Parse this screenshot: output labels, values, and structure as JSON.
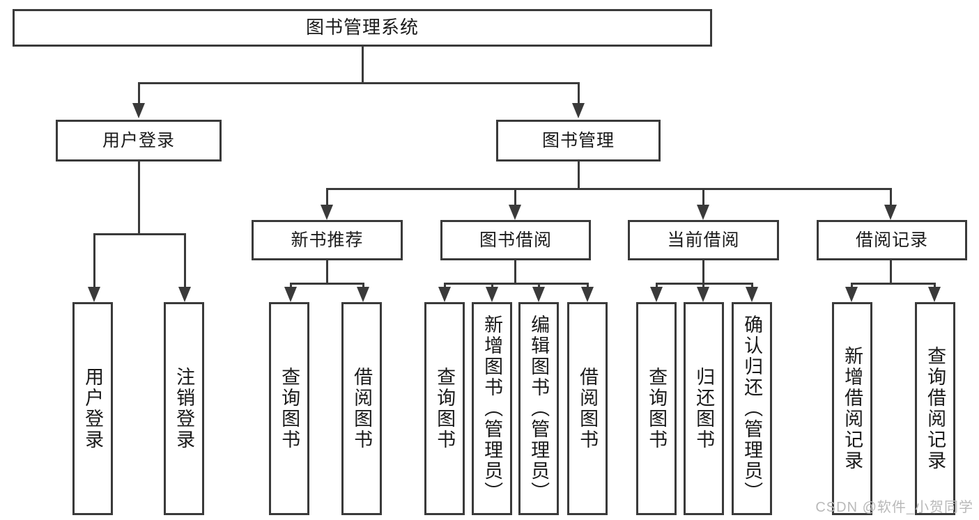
{
  "diagram": {
    "title": "图书管理系统",
    "type": "tree-hierarchy-diagram",
    "colors": {
      "stroke": "#3a3a3a",
      "fill": "#ffffff",
      "text": "#1a1a1a",
      "watermark": "#b9b9b9"
    },
    "root": {
      "label": "图书管理系统"
    },
    "level2": [
      {
        "label": "用户登录"
      },
      {
        "label": "图书管理"
      }
    ],
    "level3": [
      {
        "label": "新书推荐"
      },
      {
        "label": "图书借阅"
      },
      {
        "label": "当前借阅"
      },
      {
        "label": "借阅记录"
      }
    ],
    "leaves": {
      "user_login": [
        {
          "label": "用户登录"
        },
        {
          "label": "注销登录"
        }
      ],
      "new_book_recommend": [
        {
          "label": "查询图书"
        },
        {
          "label": "借阅图书"
        }
      ],
      "book_borrow": [
        {
          "label": "查询图书"
        },
        {
          "label": "新增图书（管理员）"
        },
        {
          "label": "编辑图书（管理员）"
        },
        {
          "label": "借阅图书"
        }
      ],
      "current_borrow": [
        {
          "label": "查询图书"
        },
        {
          "label": "归还图书"
        },
        {
          "label": "确认归还（管理员）"
        }
      ],
      "borrow_record": [
        {
          "label": "新增借阅记录"
        },
        {
          "label": "查询借阅记录"
        }
      ]
    },
    "watermark": "CSDN @软件_小贺同学"
  }
}
